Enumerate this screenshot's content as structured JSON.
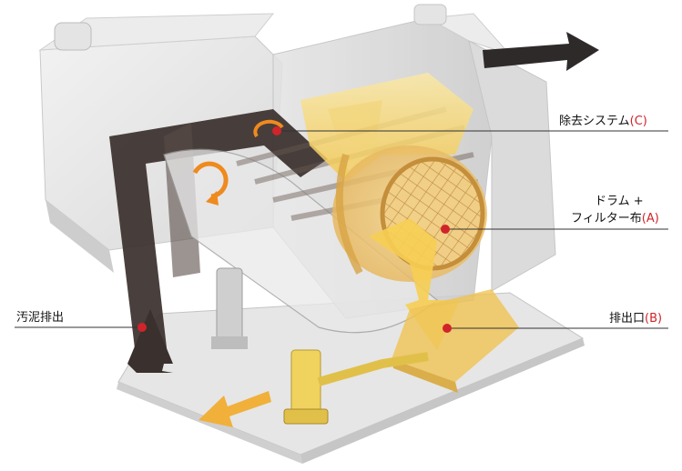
{
  "labels": {
    "removal_system": {
      "text": "除去システム",
      "code": "C"
    },
    "drum_filter_line1": {
      "text": "ドラム +"
    },
    "drum_filter_line2": {
      "text": "フィルター布",
      "code": "A"
    },
    "sludge_discharge": {
      "text": "汚泥排出"
    },
    "outlet": {
      "text": "排出口",
      "code": "B"
    }
  },
  "colors": {
    "leader_line": "#333333",
    "marker": "#d0242a",
    "flow_yellow": "#f3c84e",
    "flow_dark": "#3a302d",
    "inlet_arrow": "#2f2a2a",
    "frame_grey": "#dcdcdc",
    "orange_rotation": "#ef8a1f"
  },
  "icons": {
    "inlet": "inlet-arrow-icon",
    "outlet_flow": "outlet-flow-arrow-icon",
    "sludge_flow": "sludge-flow-arrow-icon",
    "rotation": "rotation-arrows-icon"
  }
}
